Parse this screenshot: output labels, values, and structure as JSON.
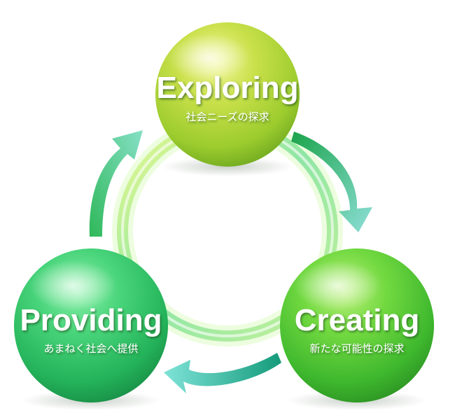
{
  "nodes": [
    {
      "id": "exploring",
      "title": "Exploring",
      "subtitle": "社会ニーズの探求",
      "color": "#b6d832"
    },
    {
      "id": "creating",
      "title": "Creating",
      "subtitle": "新たな可能性の探求",
      "color": "#5ccc3a"
    },
    {
      "id": "providing",
      "title": "Providing",
      "subtitle": "あまねく社会へ提供",
      "color": "#3ac46a"
    }
  ],
  "colors": {
    "arrow_light": "#7dd8d0",
    "arrow_dark": "#1dbf5a",
    "ring": "#b9ef9a"
  }
}
